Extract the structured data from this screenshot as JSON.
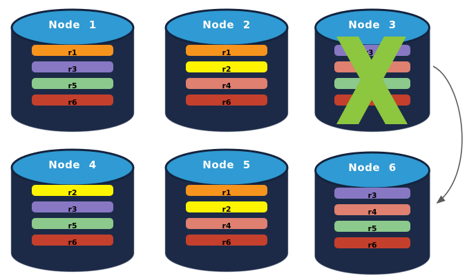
{
  "colors": {
    "background": "#FFFFFF",
    "cylinder_body": "#1C2A47",
    "cylinder_top": "#2F9AD3",
    "cylinder_outline": "#14233E",
    "title_text": "#FFFFFF",
    "bar_text": "#000000",
    "x_mark": "#8DC63F",
    "arrow": "#595A5C",
    "r1": "#F7941D",
    "r2": "#FFF400",
    "r3": "#8878C4",
    "r4": "#DF8070",
    "r5": "#8CC98C",
    "r6": "#C4402C"
  },
  "nodes": [
    {
      "title": "Node 1",
      "bars": [
        {
          "label": "r1",
          "color": "#F7941D"
        },
        {
          "label": "r3",
          "color": "#8878C4"
        },
        {
          "label": "r5",
          "color": "#8CC98C"
        },
        {
          "label": "r6",
          "color": "#C4402C"
        }
      ]
    },
    {
      "title": "Node 2",
      "bars": [
        {
          "label": "r1",
          "color": "#F7941D"
        },
        {
          "label": "r2",
          "color": "#FFF400"
        },
        {
          "label": "r4",
          "color": "#DF8070"
        },
        {
          "label": "r6",
          "color": "#C4402C"
        }
      ]
    },
    {
      "title": "Node 3",
      "crossed_out": true,
      "bars": [
        {
          "label": "r3",
          "color": "#8878C4"
        },
        {
          "label": "",
          "color": "#DF8070"
        },
        {
          "label": "",
          "color": "#8CC98C"
        },
        {
          "label": "",
          "color": "#C4402C"
        }
      ]
    },
    {
      "title": "Node 4",
      "bars": [
        {
          "label": "r2",
          "color": "#FFF400"
        },
        {
          "label": "r3",
          "color": "#8878C4"
        },
        {
          "label": "r5",
          "color": "#8CC98C"
        },
        {
          "label": "r6",
          "color": "#C4402C"
        }
      ]
    },
    {
      "title": "Node 5",
      "bars": [
        {
          "label": "r1",
          "color": "#F7941D"
        },
        {
          "label": "r2",
          "color": "#FFF400"
        },
        {
          "label": "r4",
          "color": "#DF8070"
        },
        {
          "label": "r6",
          "color": "#C4402C"
        }
      ]
    },
    {
      "title": "Node 6",
      "bars": [
        {
          "label": "r3",
          "color": "#8878C4"
        },
        {
          "label": "r4",
          "color": "#DF8070"
        },
        {
          "label": "r5",
          "color": "#8CC98C"
        },
        {
          "label": "r6",
          "color": "#C4402C"
        }
      ]
    }
  ],
  "annotations": {
    "x_mark": "failure-cross-on-node-3",
    "arrow": "curved-arrow-node-3-to-node-6"
  }
}
